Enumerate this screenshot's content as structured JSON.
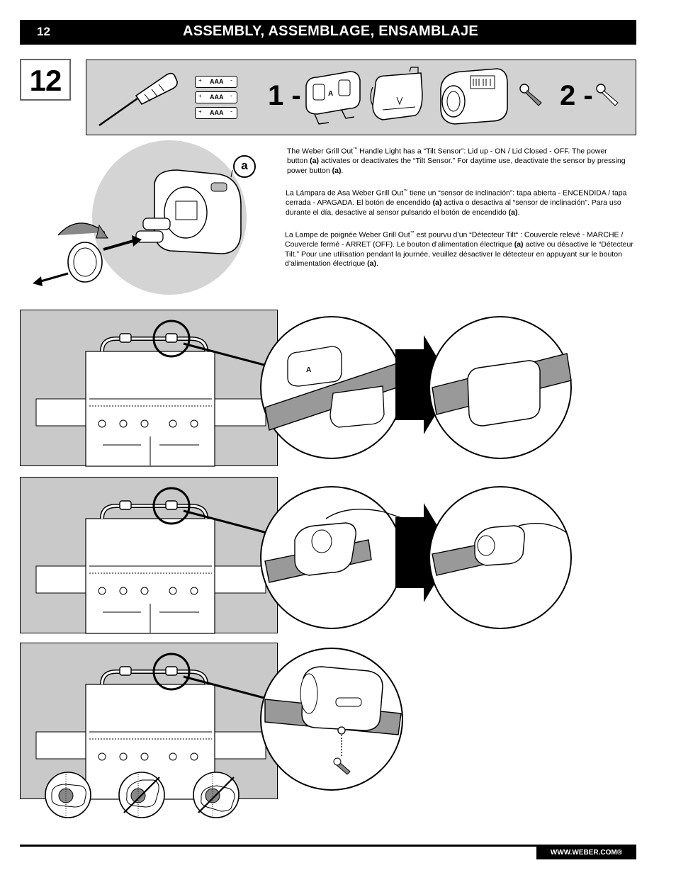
{
  "header": {
    "page_number": "12",
    "title": "ASSEMBLY, ASSEMBLAGE, ENSAMBLAJE"
  },
  "step": {
    "number": "12"
  },
  "parts": {
    "battery_label": "AAA",
    "battery_count": 3,
    "plus_sign": "+",
    "minus_sign": "-",
    "callout_1": "1 -",
    "callout_2": "2 -",
    "part_letter": "A"
  },
  "detail_label": "a",
  "instructions": {
    "english": {
      "part1": "The Weber Grill Out",
      "tm1": "™",
      "part2": " Handle Light has a “Tilt Sensor”: Lid up - ON / Lid Closed - OFF. The power button ",
      "bold1": "(a)",
      "part3": " activates or deactivates the “Tilt Sensor.”  For daytime use, deactivate the sensor by pressing power button ",
      "bold2": "(a)",
      "part4": "."
    },
    "spanish": {
      "part1": "La Lámpara de Asa Weber Grill Out",
      "tm1": "™",
      "part2": " tiene un “sensor de inclinación”: tapa abierta - ENCENDIDA / tapa cerrada - APAGADA. El botón de encendido ",
      "bold1": "(a)",
      "part3": " activa o desactiva al “sensor de inclinación”. Para uso durante el día, desactive al sensor pulsando el botón de encendido ",
      "bold2": "(a)",
      "part4": "."
    },
    "french": {
      "part1": "La Lampe de poignée Weber Grill Out",
      "tm1": "™",
      "part2": " est pourvu d’un “Détecteur Tilt“ : Couvercle relevé - MARCHE / Couvercle fermé - ARRET (OFF).  Le bouton d’alimentation électrique ",
      "bold1": "(a)",
      "part3": " active ou désactive le “Détecteur Tilt.”  Pour une utilisation pendant la journée, veuillez désactiver le détecteur en appuyant sur le bouton d’alimentation électrique ",
      "bold2": "(a)",
      "part4": "."
    }
  },
  "footer": {
    "url": "WWW.WEBER.COM®"
  }
}
